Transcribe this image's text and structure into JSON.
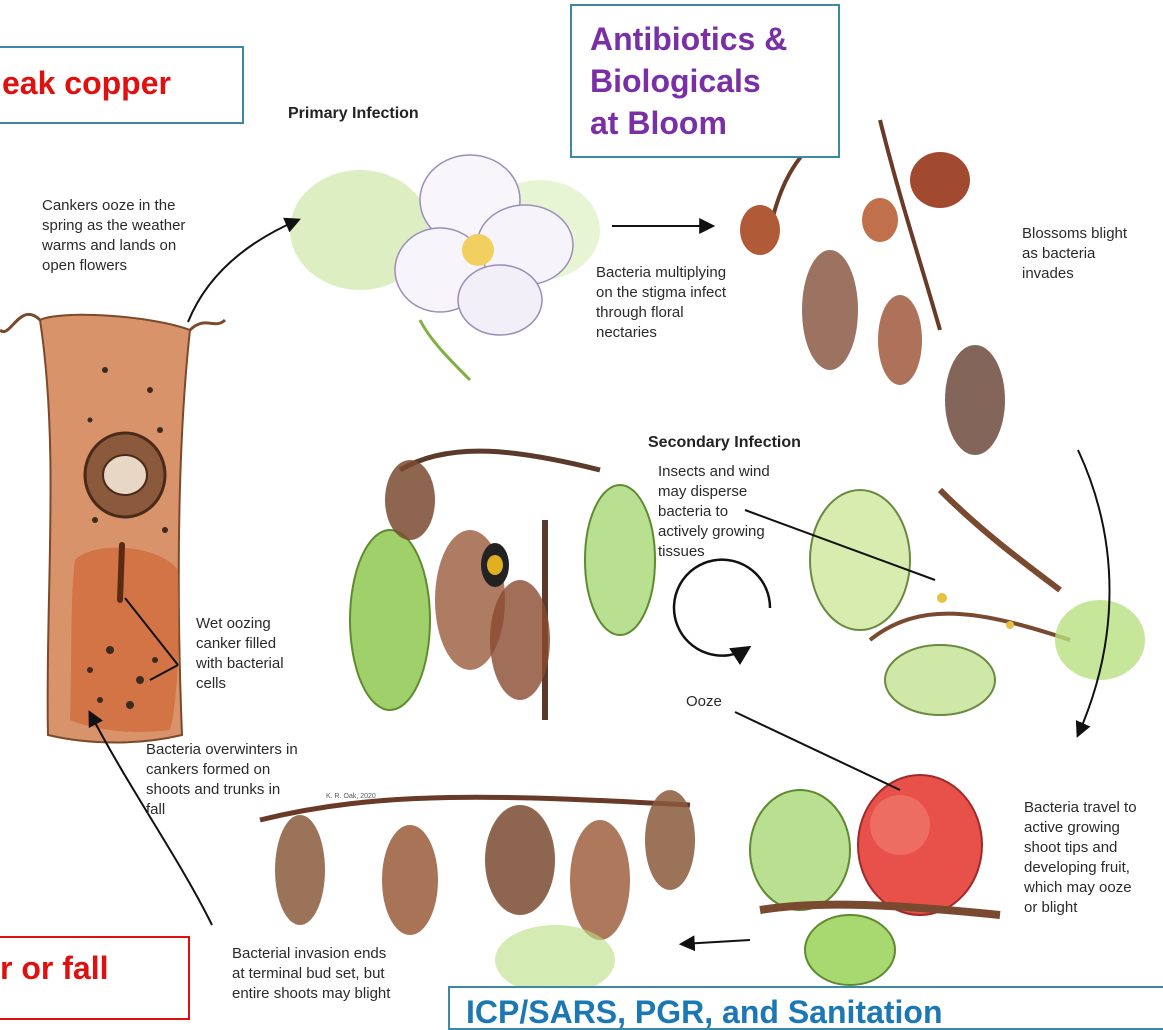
{
  "callouts": {
    "weak_copper": "eak copper",
    "antibiotics_line1": "Antibiotics &",
    "antibiotics_line2": "Biologicals",
    "antibiotics_line3": "at Bloom",
    "summer_fall": "r or fall",
    "bottom_right_partial": "ICP/SARS, PGR, and Sanitation"
  },
  "headings": {
    "primary_infection": "Primary Infection",
    "secondary_infection": "Secondary Infection"
  },
  "labels": {
    "cankers_ooze": [
      "Cankers ooze in the",
      "spring as the weather",
      "warms and lands on",
      "open flowers"
    ],
    "bacteria_multiplying": [
      "Bacteria multiplying",
      "on the stigma infect",
      "through floral",
      "nectaries"
    ],
    "blossoms_blight": [
      "Blossoms blight",
      "as bacteria",
      "invades"
    ],
    "insects_wind": [
      "Insects and wind",
      "may disperse",
      "bacteria to",
      "actively growing",
      "tissues"
    ],
    "ooze": "Ooze",
    "wet_oozing": [
      "Wet oozing",
      "canker filled",
      "with bacterial",
      "cells"
    ],
    "overwinters": [
      "Bacteria overwinters in",
      "cankers formed on",
      "shoots and trunks in",
      "fall"
    ],
    "travel": [
      "Bacteria travel to",
      "active growing",
      "shoot tips and",
      "developing fruit,",
      "which may ooze",
      "or blight"
    ],
    "invasion_ends": [
      "Bacterial invasion ends",
      "at terminal bud set, but",
      "entire shoots may blight"
    ],
    "signature": "K. R. Oak, 2020"
  },
  "colors": {
    "callout_border": "#3c88a8",
    "red_text": "#e01010",
    "purple_text": "#7a2fa6",
    "blue_text": "#1b78b4"
  }
}
